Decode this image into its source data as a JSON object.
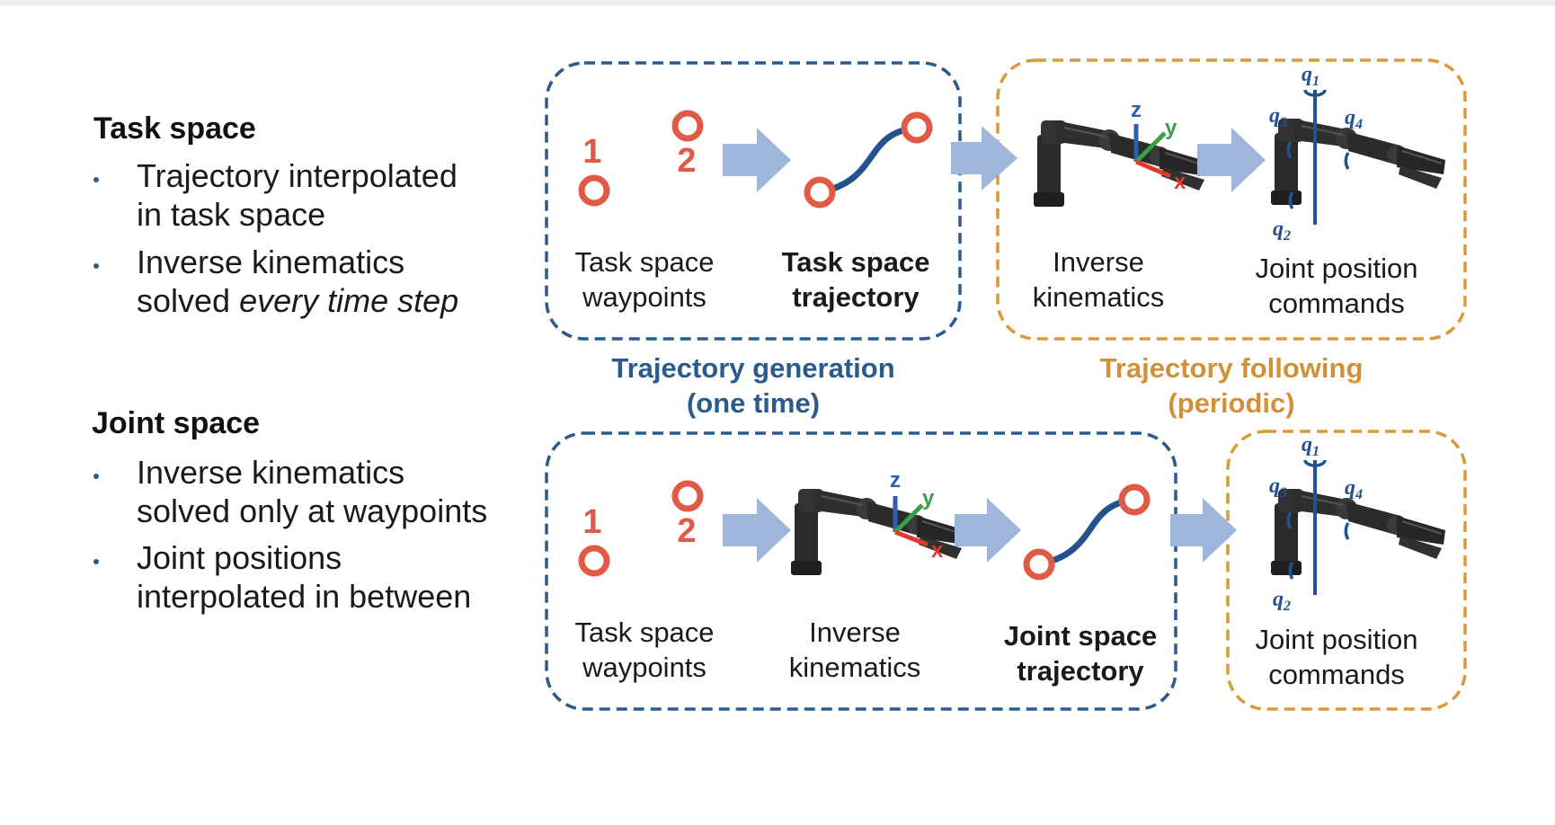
{
  "task_space": {
    "title": "Task space",
    "bullets": [
      {
        "line1": "Trajectory interpolated",
        "line2": "in task space"
      },
      {
        "line1": "Inverse kinematics",
        "line2_plain": "solved ",
        "line2_italic": "every time step"
      }
    ]
  },
  "joint_space": {
    "title": "Joint space",
    "bullets": [
      {
        "line1": "Inverse kinematics",
        "line2": "solved only at waypoints"
      },
      {
        "line1": "Joint positions",
        "line2": "interpolated in between"
      }
    ]
  },
  "top_row": {
    "waypoint_1": "1",
    "waypoint_2": "2",
    "cap_waypoints_1": "Task space",
    "cap_waypoints_2": "waypoints",
    "cap_traj_1": "Task space",
    "cap_traj_2": "trajectory",
    "cap_ik_1": "Inverse",
    "cap_ik_2": "kinematics",
    "cap_joint_1": "Joint position",
    "cap_joint_2": "commands"
  },
  "bottom_row": {
    "waypoint_1": "1",
    "waypoint_2": "2",
    "cap_waypoints_1": "Task space",
    "cap_waypoints_2": "waypoints",
    "cap_ik_1": "Inverse",
    "cap_ik_2": "kinematics",
    "cap_traj_1": "Joint space",
    "cap_traj_2": "trajectory",
    "cap_joint_1": "Joint position",
    "cap_joint_2": "commands"
  },
  "labels": {
    "generation_1": "Trajectory generation",
    "generation_2": "(one time)",
    "following_1": "Trajectory following",
    "following_2": "(periodic)"
  },
  "axes": {
    "x": "x",
    "y": "y",
    "z": "z"
  },
  "joints": {
    "q1": "q",
    "q1_sub": "1",
    "q2": "q",
    "q2_sub": "2",
    "q3": "q",
    "q3_sub": "3",
    "q4": "q",
    "q4_sub": "4"
  },
  "colors": {
    "blue_box": "#2b5a8c",
    "orange_box": "#d89a3a",
    "waypoint_red": "#e05a45",
    "trajectory_blue": "#24528f",
    "arrow_fill": "#9fb6da",
    "generation_label": "#2b5a8c",
    "following_label": "#d0913a"
  },
  "icons": [
    "robot-arm-icon",
    "coordinate-frame-icon",
    "rotation-arrow-icon",
    "flow-arrow-icon"
  ]
}
